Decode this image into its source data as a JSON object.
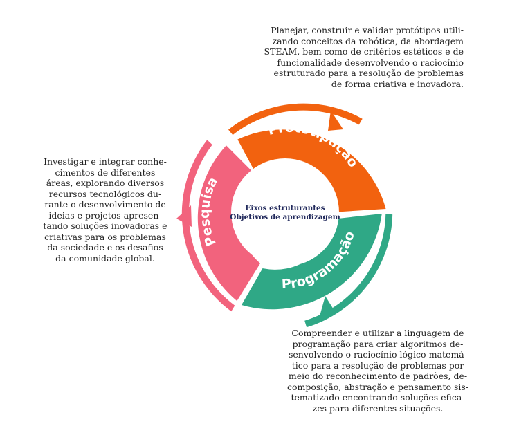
{
  "diagram": {
    "center": {
      "line1": "Eixos estruturantes",
      "line2": "Objetivos de aprendizagem"
    },
    "segments": [
      {
        "label": "Prototipação",
        "color": "#f2620f"
      },
      {
        "label": "Programação",
        "color": "#2fa886"
      },
      {
        "label": "Pesquisa",
        "color": "#f2637d"
      }
    ],
    "descriptions": {
      "prototipacao": [
        "Planejar, construir e validar protótipos utili-",
        "zando conceitos da robótica, da abordagem",
        "STEAM, bem como de critérios estéticos e de",
        "funcionalidade desenvolvendo o raciocínio",
        "estruturado para a resolução de problemas",
        "de forma criativa e inovadora."
      ],
      "pesquisa": [
        "Investigar e integrar conhe-",
        "cimentos de diferentes",
        "áreas, explorando diversos",
        "recursos tecnológicos du-",
        "rante o desenvolvimento de",
        "ideias e projetos apresen-",
        "tando soluções inovadoras e",
        "criativas para os problemas",
        "da sociedade e os desafios",
        "da comunidade global."
      ],
      "programacao": [
        "Compreender e utilizar a linguagem de",
        "programação para criar algoritmos de-",
        "senvolvendo o raciocínio lógico-matemá-",
        "tico para a resolução de problemas por",
        "meio do reconhecimento de padrões, de-",
        "composição, abstração e pensamento sis-",
        "tematizado encontrando soluções efica-",
        "zes para diferentes situações."
      ]
    }
  }
}
